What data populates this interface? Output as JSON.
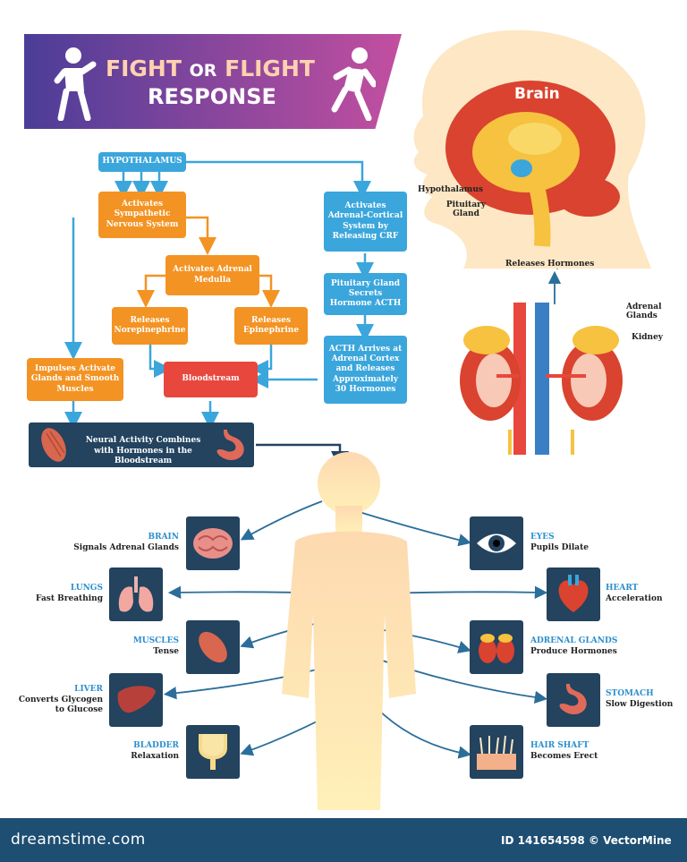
{
  "title": {
    "word1": "FIGHT",
    "word2": "OR",
    "word3": "FLIGHT",
    "line2": "RESPONSE"
  },
  "flow": {
    "hypothalamus": "HYPOTHALAMUS",
    "sympathetic": "Activates Sympathetic Nervous System",
    "adrenal_medulla": "Activates Adrenal Medulla",
    "norepinephrine": "Releases Norepinephrine",
    "epinephrine": "Releases Epinephrine",
    "impulses": "Impulses Activate Glands and Smooth Muscles",
    "bloodstream": "Bloodstream",
    "adrenal_cortical": "Activates Adrenal-Cortical System by Releasing CRF",
    "pituitary_acth": "Pituitary Gland Secrets Hormone ACTH",
    "acth_arrives": "ACTH Arrives at Adrenal Cortex and Releases Approximately 30 Hormones",
    "neural": "Neural Activity Combines with Hormones in the Bloodstream"
  },
  "anatomy": {
    "brain": "Brain",
    "hypothalamus": "Hypothalamus",
    "pituitary": "Pituitary Gland",
    "releases": "Releases Hormones",
    "adrenal_glands": "Adrenal Glands",
    "kidney": "Kidney"
  },
  "effects": {
    "brain": {
      "head": "BRAIN",
      "text": "Signals Adrenal Glands"
    },
    "lungs": {
      "head": "LUNGS",
      "text": "Fast Breathing"
    },
    "muscles": {
      "head": "MUSCLES",
      "text": "Tense"
    },
    "liver": {
      "head": "LIVER",
      "text": "Converts Glycogen to Glucose"
    },
    "bladder": {
      "head": "BLADDER",
      "text": "Relaxation"
    },
    "eyes": {
      "head": "EYES",
      "text": "Pupils Dilate"
    },
    "heart": {
      "head": "HEART",
      "text": "Acceleration"
    },
    "adrenal": {
      "head": "ADRENAL GLANDS",
      "text": "Produce Hormones"
    },
    "stomach": {
      "head": "STOMACH",
      "text": "Slow Digestion"
    },
    "hair": {
      "head": "HAIR SHAFT",
      "text": "Becomes Erect"
    }
  },
  "footer": {
    "site": "dreamstime.com",
    "id": "ID 141654598 © VectorMine"
  },
  "colors": {
    "orange": "#f39323",
    "blue": "#3aa6dc",
    "red": "#e8473d",
    "navy": "#23435f",
    "footer": "#1e4e72"
  }
}
